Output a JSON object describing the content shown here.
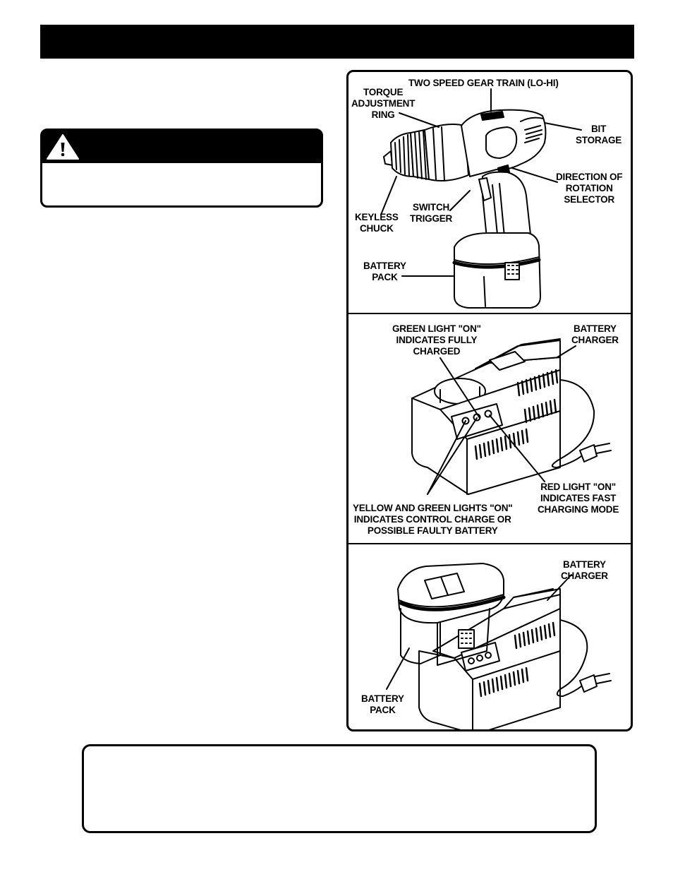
{
  "page": {
    "warning_icon": "warning-triangle-icon"
  },
  "figure_drill": {
    "labels": {
      "gear_train": "TWO SPEED GEAR TRAIN (LO-HI)",
      "torque_ring": "TORQUE\nADJUSTMENT\nRING",
      "bit_storage": "BIT\nSTORAGE",
      "direction_selector": "DIRECTION OF\nROTATION\nSELECTOR",
      "switch_trigger": "SWITCH\nTRIGGER",
      "keyless_chuck": "KEYLESS\nCHUCK",
      "battery_pack": "BATTERY\nPACK"
    }
  },
  "figure_charger": {
    "labels": {
      "green_light": "GREEN LIGHT \"ON\"\nINDICATES FULLY\nCHARGED",
      "battery_charger": "BATTERY\nCHARGER",
      "red_light": "RED LIGHT \"ON\"\nINDICATES FAST\nCHARGING MODE",
      "yellow_green": "YELLOW AND GREEN LIGHTS \"ON\"\nINDICATES CONTROL CHARGE OR\nPOSSIBLE FAULTY BATTERY"
    }
  },
  "figure_pack_in_charger": {
    "labels": {
      "battery_charger": "BATTERY\nCHARGER",
      "battery_pack": "BATTERY\nPACK"
    }
  }
}
